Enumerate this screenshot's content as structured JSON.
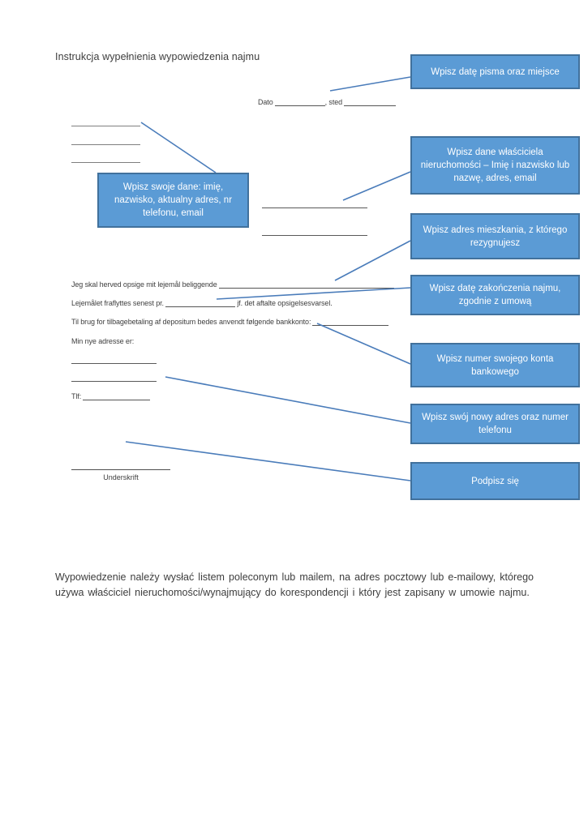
{
  "page": {
    "title": "Instrukcja wypełnienia wypowiedzenia najmu",
    "footer_paragraph": "Wypowiedzenie należy wysłać listem poleconym lub mailem, na adres pocztowy lub e-mailowy, którego używa właściciel nieruchomości/wynajmujący do korespondencji i który jest zapisany w umowie najmu."
  },
  "form": {
    "dato_label": "Dato",
    "sted_label": ", sted",
    "line_opsige": "Jeg skal herved opsige mit lejemål beliggende",
    "line_fraflyttes_pre": "Lejemålet fraflyttes senest pr.",
    "line_fraflyttes_post": "jf. det aftalte opsigelsesvarsel.",
    "line_depositum": "Til brug for tilbagebetaling af depositum bedes anvendt følgende bankkonto:",
    "line_new_address": "Min nye adresse er:",
    "tlf_label": "Tlf:",
    "signature_label": "Underskrift"
  },
  "callouts": {
    "date_place": "Wpisz datę pisma oraz miejsce",
    "own_data": "Wpisz swoje dane: imię, nazwisko, aktualny adres, nr telefonu, email",
    "owner_data": "Wpisz dane właściciela nieruchomości – Imię i nazwisko lub nazwę, adres, email",
    "apartment_address": "Wpisz adres mieszkania, z którego rezygnujesz",
    "end_date": "Wpisz datę zakończenia najmu, zgodnie z umową",
    "bank_account": "Wpisz numer swojego konta bankowego",
    "new_address": "Wpisz swój nowy adres oraz numer telefonu",
    "sign": "Podpisz się"
  },
  "colors": {
    "callout_fill": "#5b9bd5",
    "callout_border": "#41719c",
    "callout_text": "#ffffff",
    "connector_line": "#4a7cba",
    "body_text": "#3d3d3d"
  }
}
